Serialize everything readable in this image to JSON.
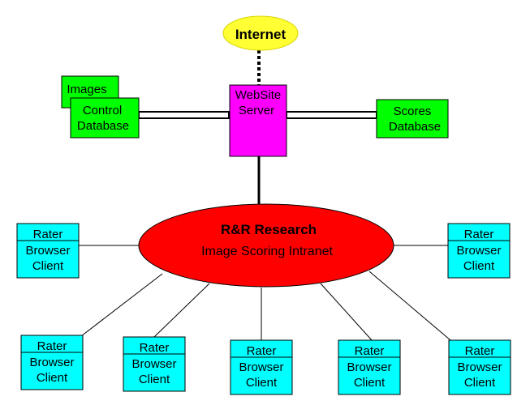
{
  "internet": {
    "label": "Internet"
  },
  "server": {
    "line1": "WebSite",
    "line2": "Server"
  },
  "images_db": {
    "label": "Images"
  },
  "control_db": {
    "line1": "Control",
    "line2": "Database"
  },
  "scores_db": {
    "line1": "Scores",
    "line2": "Database"
  },
  "intranet": {
    "line1": "R&R Research",
    "line2": "Image Scoring Intranet"
  },
  "client": {
    "line1": "Rater",
    "line2": "Browser",
    "line3": "Client"
  },
  "colors": {
    "internet": "#ffff33",
    "server": "#ff00ff",
    "database": "#00ff00",
    "intranet": "#ff0000",
    "client": "#00ffff",
    "stroke": "#000000"
  }
}
